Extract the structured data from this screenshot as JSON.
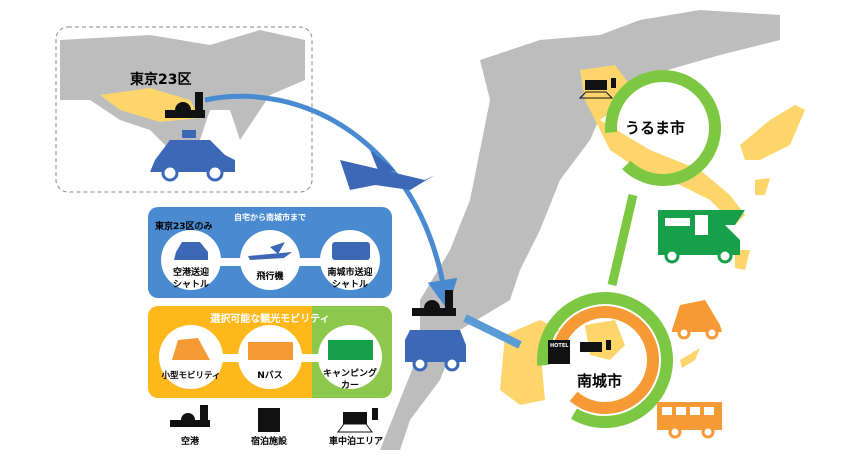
{
  "tokyo": {
    "label": "東京23区"
  },
  "uruma": {
    "label": "うるま市"
  },
  "nanjo": {
    "label": "南城市"
  },
  "route_panel": {
    "title": "自宅から南城市まで",
    "note": "東京23区のみ",
    "items": [
      {
        "line1": "空港送迎",
        "line2": "シャトル"
      },
      {
        "line1": "飛行機",
        "line2": ""
      },
      {
        "line1": "南城市送迎",
        "line2": "シャトル"
      }
    ]
  },
  "mobility_panel": {
    "title": "選択可能な観光モビリティ",
    "items": [
      {
        "line1": "小型モビリティ",
        "line2": ""
      },
      {
        "line1": "Nバス",
        "line2": ""
      },
      {
        "line1": "キャンピング",
        "line2": "カー"
      }
    ]
  },
  "legend": [
    {
      "label": "空港",
      "icon": "airport-icon"
    },
    {
      "label": "宿泊施設",
      "icon": "hotel-icon"
    },
    {
      "label": "車中泊エリア",
      "icon": "camping-area-icon"
    }
  ],
  "hotel_sign": "HOTEL",
  "colors": {
    "blue": "#4a8ad0",
    "orange": "#f59a35",
    "green": "#7dc843",
    "dark_green": "#17a04a",
    "yellow": "#fdd56b",
    "gray": "#bdbdbd",
    "car_blue": "#3d68b8"
  }
}
